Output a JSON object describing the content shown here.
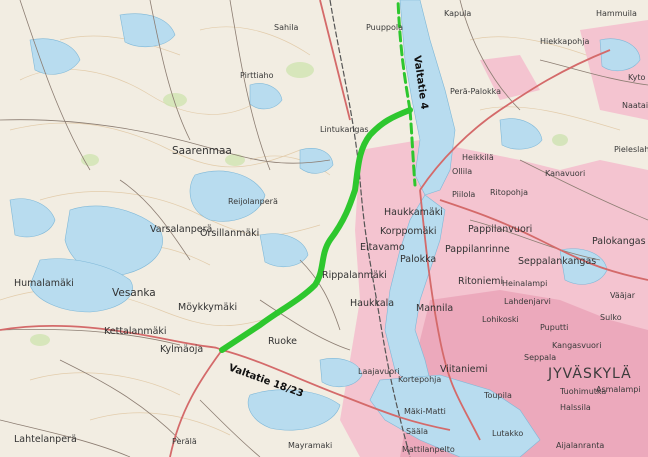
{
  "roads": {
    "valtatie4": "Valtatie 4",
    "valtatie1823": "Valtatie 18/23"
  },
  "places": {
    "puuppola": "Puuppola",
    "sahila": "Sahila",
    "kapula": "Kapula",
    "hiekkapohja": "Hiekkapohja",
    "perapalokka": "Perä-Palokka",
    "pirttiaho": "Pirttiaho",
    "lintukangas": "Lintukangas",
    "saarenmaa": "Saarenmaa",
    "heikkila": "Heikkilä",
    "ollila": "Ollila",
    "piilola": "Piilola",
    "ritopohja": "Ritopohja",
    "kanavuori": "Kanavuori",
    "reijolanpera": "Reijolanperä",
    "varsalanpera": "Varsalanperä",
    "orsillanmaki": "Orsillanmäki",
    "haukkamaki": "Haukkamäki",
    "korppomaki": "Korppomäki",
    "eltavamo": "Eltavamo",
    "palokka": "Palokka",
    "pappilanvuori": "Pappilanvuori",
    "pappilanrinne": "Pappilanrinne",
    "palokangas": "Palokangas",
    "seppalankangas": "Seppalankangas",
    "humalamaki": "Humalamäki",
    "vesanka": "Vesanka",
    "rippalanmaki": "Rippalanmäki",
    "ritoniemi": "Ritoniemi",
    "heinalampi": "Heinalampi",
    "haukkala": "Haukkala",
    "moykkymaki": "Möykkymäki",
    "mannila": "Mannila",
    "lahdeniarvi": "Lahdenjarvi",
    "jyvaskyla": "JYVÄSKYLÄ",
    "kettalanmaki": "Kettalanmäki",
    "kylmaoja": "Kylmäoja",
    "ruoke": "Ruoke",
    "lohikoski": "Lohikoski",
    "puputti": "Puputti",
    "kangasvuori": "Kangasvuori",
    "seppala": "Seppala",
    "viitaniemi": "Viitaniemi",
    "tuohimutka": "Tuohimutka",
    "asmalampi": "Asmalampi",
    "laajavuori": "Laajavuori",
    "kortepohja": "Kortepohja",
    "toupila": "Toupila",
    "halssila": "Halssila",
    "lahtelanpera": "Lahtelanperä",
    "perala": "Perälä",
    "maki_matti": "Mäki-Matti",
    "lutakko": "Lutakko",
    "mayramaki": "Mayramaki",
    "mattilanpelto": "Mattilanpelto",
    "salola": "Sääla",
    "aijalanranta": "Aijalanranta",
    "hammuila": "Hammuila",
    "kyto": "Kyto",
    "naatai": "Naatai",
    "pieleslahti": "Pieleslahti",
    "sulko": "Sulko",
    "vaajar": "Vääjar"
  },
  "colors": {
    "land": "#f2ede2",
    "water": "#b8dcef",
    "urban": "#f4c4d0",
    "urban_dense": "#eaa0b6",
    "forest_green": "#cfe3b2",
    "route": "#2ec72e",
    "road_major": "#d46a6a",
    "road_minor": "#8c7d72"
  }
}
